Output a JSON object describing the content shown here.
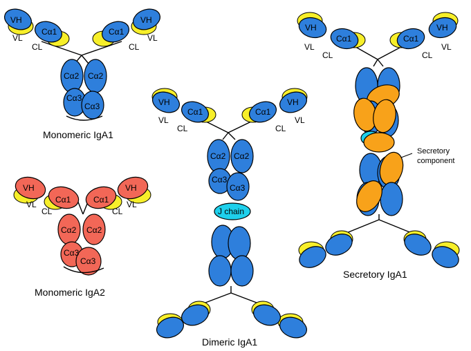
{
  "labels": {
    "vh": "VH",
    "vl": "VL",
    "cl": "CL",
    "ca1": "Cα1",
    "ca2": "Cα2",
    "ca3": "Cα3",
    "j_chain": "J chain",
    "secretory_component_1": "Secretory",
    "secretory_component_2": "component"
  },
  "titles": {
    "monomeric_iga1": "Monomeric IgA1",
    "monomeric_iga2": "Monomeric IgA2",
    "dimeric_iga1": "Dimeric IgA1",
    "secretory_iga1": "Secretory IgA1"
  },
  "colors": {
    "iga1_domain": "#2e7fdc",
    "iga2_domain": "#f26757",
    "light_chain": "#f7ef2a",
    "secretory_component": "#f8a21a",
    "j_chain": "#1ed0ec"
  }
}
